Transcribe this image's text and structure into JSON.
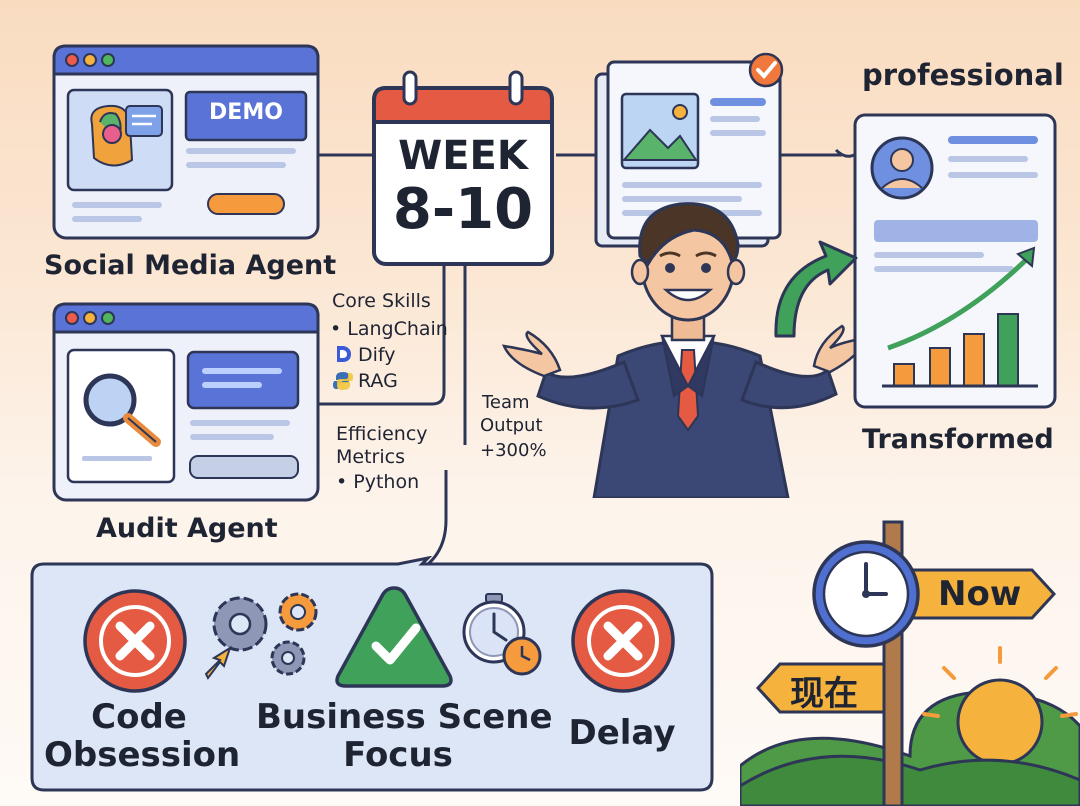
{
  "cards": {
    "social": {
      "demo_label": "DEMO",
      "caption": "Social Media Agent"
    },
    "audit": {
      "caption": "Audit Agent"
    }
  },
  "calendar": {
    "line1": "WEEK",
    "line2": "8-10"
  },
  "skills": {
    "title": "Core Skills",
    "items": [
      "• LangChain",
      "Dify",
      "RAG"
    ],
    "efficiency": [
      "Efficiency",
      "Metrics",
      "• Python"
    ]
  },
  "team_output": [
    "Team",
    "Output",
    "+300%"
  ],
  "profile": {
    "heading": "professional",
    "caption": "Transformed"
  },
  "lessons": {
    "code_obsession": [
      "Code",
      "Obsession"
    ],
    "business_focus": [
      "Business Scene",
      "Focus"
    ],
    "delay": "Delay"
  },
  "signpost": {
    "now": "Now",
    "zh": "现在"
  },
  "colors": {
    "navy": "#2d3656",
    "blue": "#4f6fd1",
    "red": "#e45a43",
    "green": "#3fa15a",
    "orange": "#f59a3d",
    "panel": "#dde6f7"
  }
}
